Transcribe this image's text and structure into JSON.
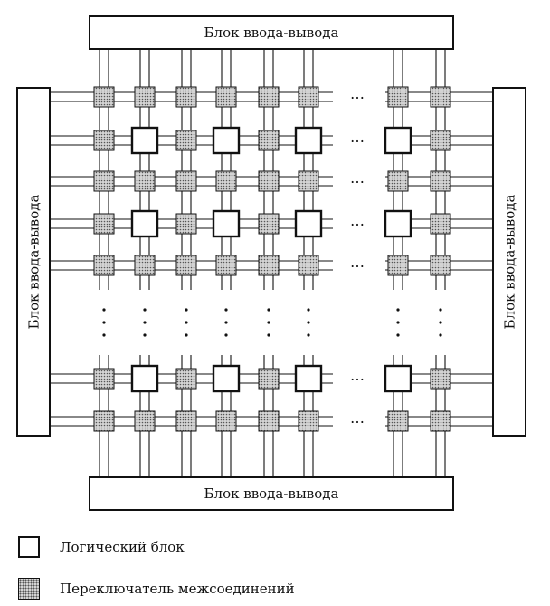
{
  "io_block": {
    "top_label": "Блок ввода-вывода",
    "bottom_label": "Блок ввода-вывода",
    "left_label": "Блок ввода-вывода",
    "right_label": "Блок ввода-вывода"
  },
  "ellipsis": "…",
  "legend": {
    "logic_block_label": "Логический блок",
    "switch_label": "Переключатель межсоединений"
  },
  "colors": {
    "line": "#111111",
    "switch_fill": "#d4d4d4",
    "background": "#ffffff"
  }
}
